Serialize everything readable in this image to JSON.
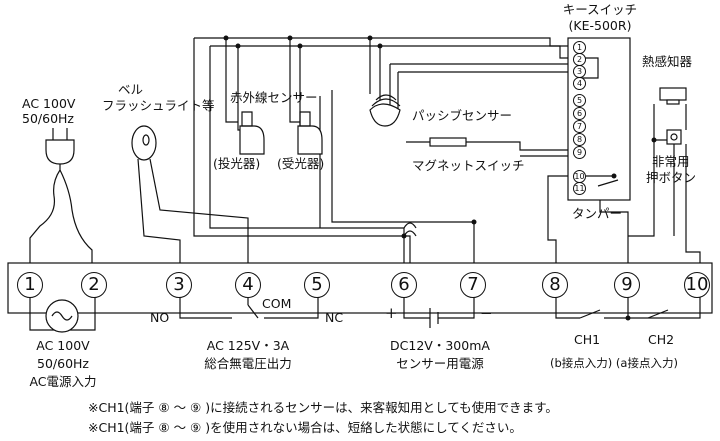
{
  "labels": {
    "ac_left": "AC 100V",
    "ac_left_hz": "50/60Hz",
    "bell": "ベル",
    "bell_sub": "フラッシュライト等",
    "ir_sensor": "赤外線センサー",
    "emitter": "(投光器)",
    "receiver": "(受光器)",
    "passive": "パッシブセンサー",
    "magnet": "マグネットスイッチ",
    "keyswitch": "キースイッチ",
    "keyswitch_model": "(KE-500R)",
    "tamper": "タンパー",
    "heat": "熱感知器",
    "emergency1": "非常用",
    "emergency2": "押ボタン",
    "no": "NO",
    "nc": "NC",
    "com": "COM",
    "plus": "+",
    "minus": "−",
    "ch1": "CH1",
    "ch2": "CH2"
  },
  "terminals": [
    "1",
    "2",
    "3",
    "4",
    "5",
    "6",
    "7",
    "8",
    "9",
    "10"
  ],
  "key_terminals": [
    "1",
    "2",
    "3",
    "4",
    "5",
    "6",
    "7",
    "8",
    "9",
    "10",
    "11"
  ],
  "captions": {
    "power_1": "AC 100V",
    "power_2": "50/60Hz",
    "power_3": "AC電源入力",
    "relay_1": "AC 125V・3A",
    "relay_2": "総合無電圧出力",
    "dc_1": "DC12V・300mA",
    "dc_2": "センサー用電源",
    "inputs": "(b接点入力) (a接点入力)"
  },
  "notes": [
    "※CH1(端子 ⑧ 〜 ⑨ )に接続されるセンサーは、来客報知用としても使用できます。",
    "※CH1(端子 ⑧ 〜 ⑨ )を使用されない場合は、短絡した状態にしてください。"
  ]
}
